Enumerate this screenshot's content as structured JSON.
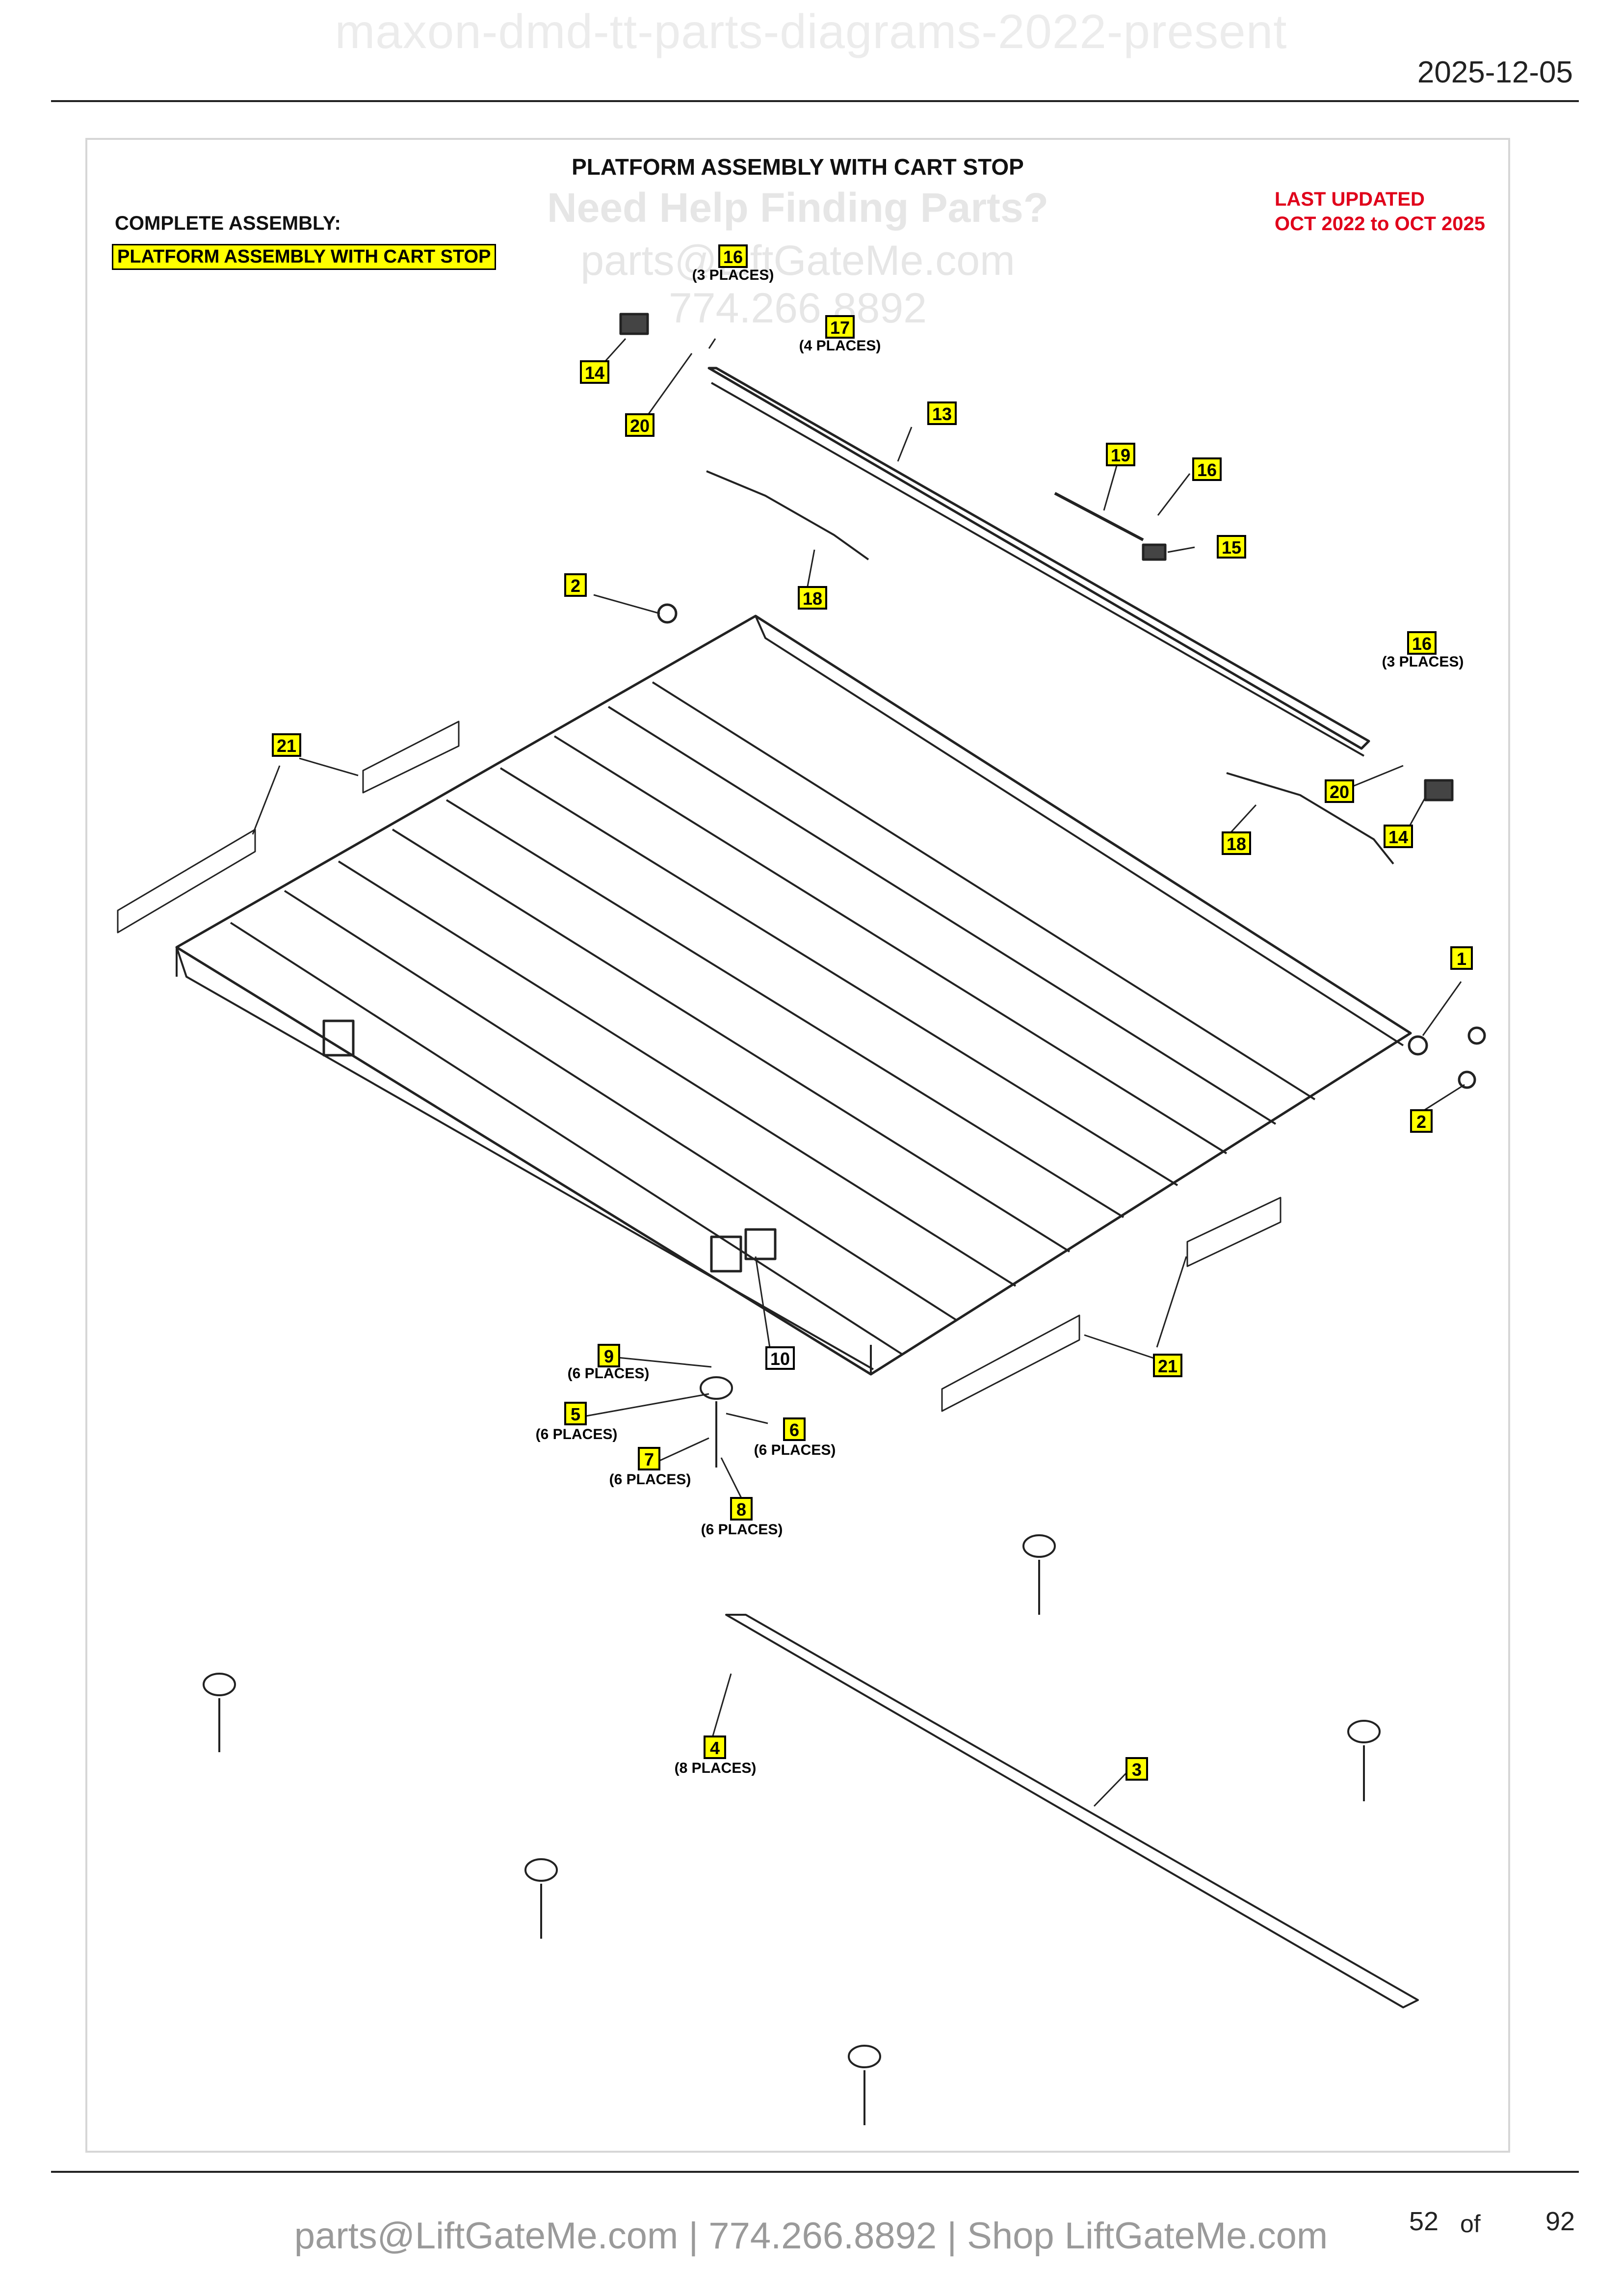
{
  "header": {
    "watermark": "maxon-dmd-tt-parts-diagrams-2022-present",
    "date": "2025-12-05"
  },
  "sheet": {
    "title": "PLATFORM ASSEMBLY WITH CART STOP",
    "complete_label": "COMPLETE ASSEMBLY:",
    "complete_name": "PLATFORM ASSEMBLY WITH CART STOP",
    "last_updated_line1": "LAST UPDATED",
    "last_updated_line2": "OCT 2022 to OCT 2025",
    "help_overlay": {
      "question": "Need Help Finding Parts?",
      "email": "parts@LiftGateMe.com",
      "phone": "774.266.8892"
    }
  },
  "callouts": [
    {
      "num": "1"
    },
    {
      "num": "2"
    },
    {
      "num": "2"
    },
    {
      "num": "3"
    },
    {
      "num": "4",
      "note": "(8 PLACES)"
    },
    {
      "num": "5",
      "note": "(6 PLACES)"
    },
    {
      "num": "6",
      "note": "(6 PLACES)"
    },
    {
      "num": "7",
      "note": "(6 PLACES)"
    },
    {
      "num": "8",
      "note": "(6 PLACES)"
    },
    {
      "num": "9",
      "note": "(6 PLACES)"
    },
    {
      "num": "10"
    },
    {
      "num": "13"
    },
    {
      "num": "14"
    },
    {
      "num": "14"
    },
    {
      "num": "15"
    },
    {
      "num": "16",
      "note": "(3 PLACES)"
    },
    {
      "num": "16"
    },
    {
      "num": "16",
      "note": "(3 PLACES)"
    },
    {
      "num": "17",
      "note": "(4 PLACES)"
    },
    {
      "num": "18"
    },
    {
      "num": "18"
    },
    {
      "num": "19"
    },
    {
      "num": "20"
    },
    {
      "num": "20"
    },
    {
      "num": "21"
    },
    {
      "num": "21"
    }
  ],
  "footer": {
    "contact": "parts@LiftGateMe.com | 774.266.8892 | Shop LiftGateMe.com",
    "page_current": "52",
    "page_of": "of",
    "page_total": "92"
  }
}
